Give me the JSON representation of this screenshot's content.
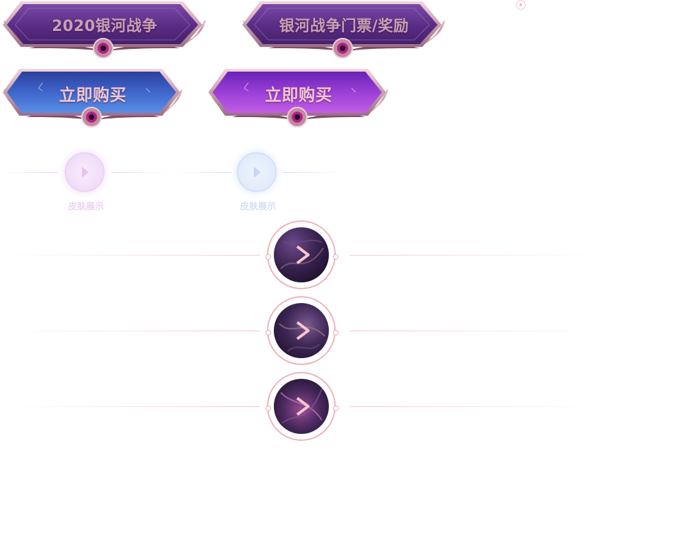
{
  "banners": [
    {
      "label": "2020银河战争"
    },
    {
      "label": "银河战争门票/奖励"
    },
    {
      "label": "立即购买"
    },
    {
      "label": "立即购买"
    }
  ],
  "skin_show": [
    {
      "label": "皮肤展示"
    },
    {
      "label": "皮肤展示"
    }
  ],
  "colors": {
    "purple_banner": "#5b2d86",
    "blue_banner": "#3f63c9",
    "violet_banner": "#9b3fd6",
    "banner_text": "#c9a0b4",
    "buy_text": "#f4c7d3",
    "ring_pink": "#efb3bd",
    "faded_pink": "#e9c9f3",
    "faded_blue": "#c9daf7"
  },
  "icons": {
    "play": "play-icon",
    "gem": "gem-icon"
  }
}
